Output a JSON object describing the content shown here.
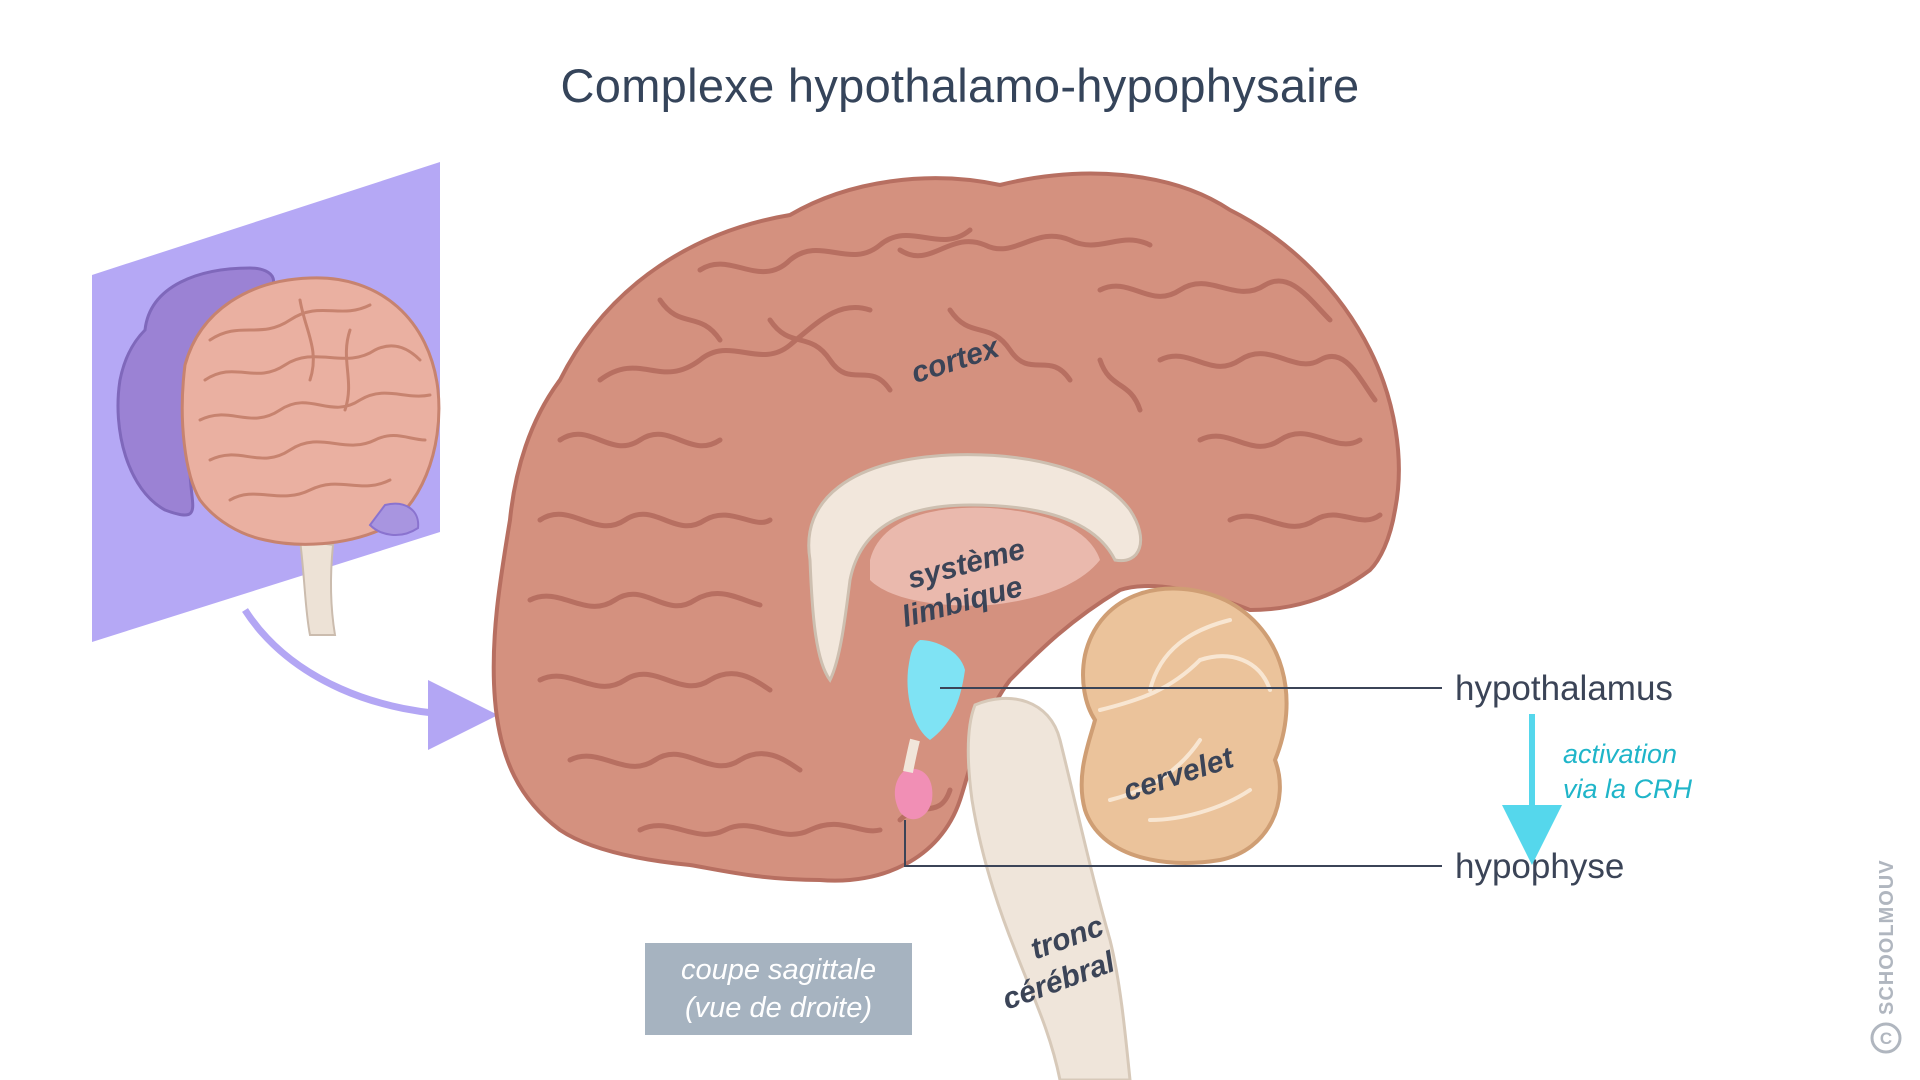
{
  "title": "Complexe hypothalamo-hypophysaire",
  "labels": {
    "cortex": "cortex",
    "limbic_line1": "système",
    "limbic_line2": "limbique",
    "cervelet": "cervelet",
    "tronc_line1": "tronc",
    "tronc_line2": "cérébral",
    "hypothalamus": "hypothalamus",
    "hypophyse": "hypophyse",
    "activation_line1": "activation",
    "activation_line2": "via la CRH"
  },
  "caption": {
    "line1": "coupe sagittale",
    "line2": "(vue de droite)"
  },
  "brand": "SCHOOLMOUV",
  "colors": {
    "title": "#35445a",
    "brain": "#d4917f",
    "brain_dark": "#b76f61",
    "brain_light": "#e7b3a5",
    "plane": "#b5a8f5",
    "brainstem": "#efe5da",
    "cerebellum": "#ebc39b",
    "hypothalamus": "#7fe3f4",
    "pituitary": "#f18fb5",
    "arrow_purple": "#b3a6f4",
    "arrow_cyan": "#55d7ec",
    "leader_line": "#3b4457",
    "caption_bg": "#a6b3c0"
  }
}
